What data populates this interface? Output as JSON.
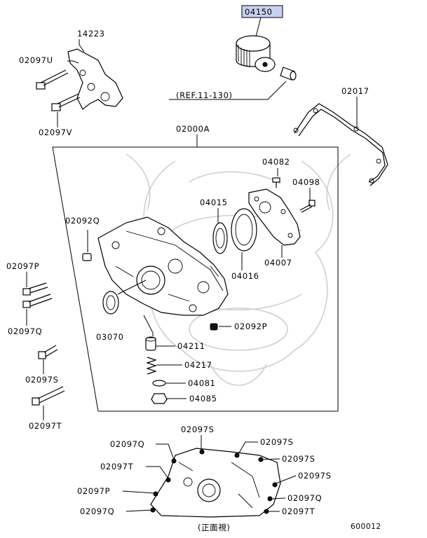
{
  "highlight_color": "#c8cff0",
  "labels": {
    "p04150": "04150",
    "p14223": "14223",
    "p02097U": "02097U",
    "p02097V": "02097V",
    "ref": "(REF.11-130)",
    "p02017": "02017",
    "p02000A": "02000A",
    "p04082": "04082",
    "p04098": "04098",
    "p04015": "04015",
    "p02092Q": "02092Q",
    "p04007": "04007",
    "p04016": "04016",
    "p02097P_left": "02097P",
    "p02097Q_left": "02097Q",
    "p02092P": "02092P",
    "p03070": "03070",
    "p04211": "04211",
    "p04217": "04217",
    "p02097S_left": "02097S",
    "p04081": "04081",
    "p04085": "04085",
    "p02097T_left": "02097T",
    "b_02097S_top": "02097S",
    "b_02097Q_1": "02097Q",
    "b_02097S_2": "02097S",
    "b_02097T_1": "02097T",
    "b_02097S_3": "02097S",
    "b_02097S_4": "02097S",
    "b_02097P": "02097P",
    "b_02097Q_2": "02097Q",
    "b_02097Q_3": "02097Q",
    "b_02097T_2": "02097T",
    "front_view": "(正面視)",
    "diagram_id": "600012"
  }
}
